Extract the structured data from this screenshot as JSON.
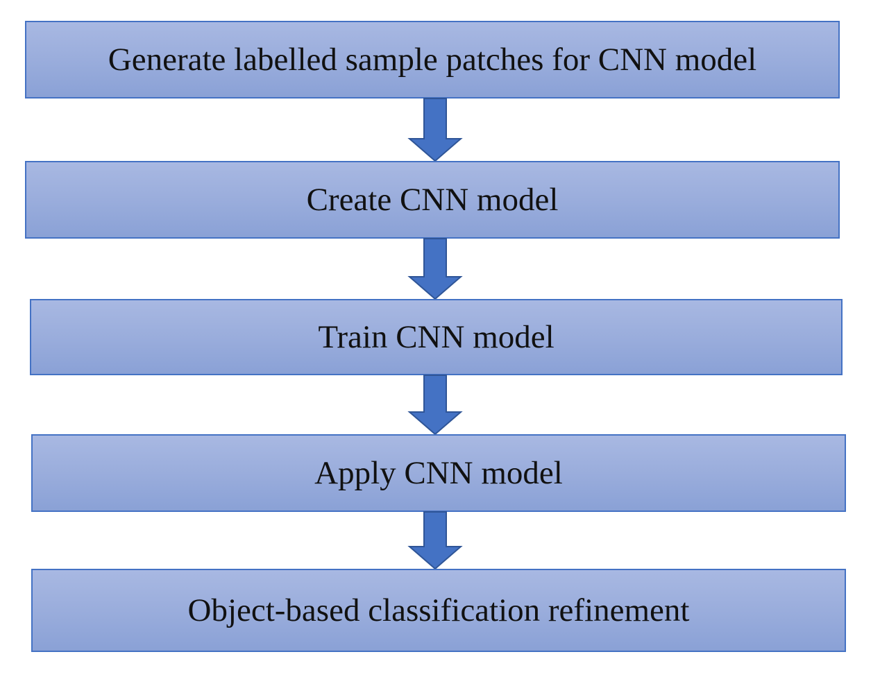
{
  "diagram": {
    "steps": [
      {
        "label": "Generate labelled sample patches for CNN model"
      },
      {
        "label": "Create CNN model"
      },
      {
        "label": "Train CNN model"
      },
      {
        "label": "Apply CNN model"
      },
      {
        "label": "Object-based classification refinement"
      }
    ],
    "colors": {
      "box_fill": "#9aaddc",
      "box_border": "#4472c4",
      "arrow_fill": "#4472c4",
      "arrow_stroke": "#2f5597",
      "text": "#111111"
    },
    "connector_icon": "down-arrow-icon"
  }
}
